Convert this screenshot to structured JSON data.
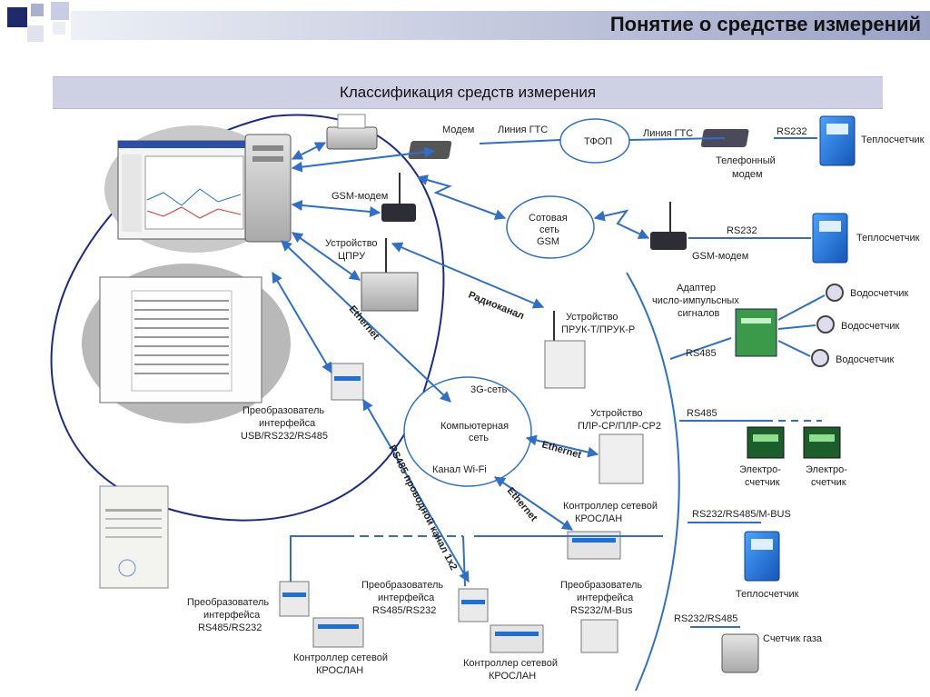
{
  "header": {
    "title": "Понятие о средстве измерений"
  },
  "section": {
    "subtitle": "Классификация средств измерения"
  },
  "labels": {
    "modem": "Модем",
    "line_gts_1": "Линия ГТС",
    "tfop": "ТФОП",
    "line_gts_2": "Линия ГТС",
    "rs232_1": "RS232",
    "heat_meter_1": "Теплосчетчик",
    "phone_modem_1": "Телефонный",
    "phone_modem_2": "модем",
    "gsm_modem_left": "GSM-модем",
    "cellular_1": "Сотовая",
    "cellular_2": "сеть",
    "cellular_3": "GSM",
    "rs232_2": "RS232",
    "heat_meter_2": "Теплосчетчик",
    "gsm_modem_right": "GSM-модем",
    "cpru_1": "Устройство",
    "cpru_2": "ЦПРУ",
    "radio": "Радиоканал",
    "pruk_1": "Устройство",
    "pruk_2": "ПРУК-Т/ПРУК-Р",
    "adapter_1": "Адаптер",
    "adapter_2": "число-импульсных",
    "adapter_3": "сигналов",
    "water_1": "Водосчетчик",
    "water_2": "Водосчетчик",
    "water_3": "Водосчетчик",
    "rs485_1": "RS485",
    "ethernet_1": "Ethernet",
    "conv_usb_1": "Преобразователь",
    "conv_usb_2": "интерфейса",
    "conv_usb_3": "USB/RS232/RS485",
    "net_3g": "3G-сеть",
    "comp_net_1": "Компьютерная",
    "comp_net_2": "сеть",
    "wifi": "Канал Wi-Fi",
    "ethernet_2": "Ethernet",
    "plr_1": "Устройство",
    "plr_2": "ПЛР-СР/ПЛР-СР2",
    "rs485_2": "RS485",
    "elec_1a": "Электро-",
    "elec_1b": "счетчик",
    "elec_2a": "Электро-",
    "elec_2b": "счетчик",
    "rs485_wire": "RS485 проводной канал 1х2",
    "ethernet_3": "Ethernet",
    "ctrl_1": "Контроллер сетевой",
    "ctrl_2": "КРОСЛАН",
    "rs_mbus": "RS232/RS485/M-BUS",
    "heat_meter_3": "Теплосчетчик",
    "conv_a_1": "Преобразователь",
    "conv_a_2": "интерфейса",
    "conv_a_3": "RS485/RS232",
    "conv_b_1": "Преобразователь",
    "conv_b_2": "интерфейса",
    "conv_b_3": "RS485/RS232",
    "conv_c_1": "Преобразователь",
    "conv_c_2": "интерфейса",
    "conv_c_3": "RS232/M-Bus",
    "rs232_485": "RS232/RS485",
    "gas_meter": "Счетчик газа",
    "ctrl_a_1": "Контроллер сетевой",
    "ctrl_a_2": "КРОСЛАН",
    "ctrl_b_1": "Контроллер сетевой",
    "ctrl_b_2": "КРОСЛАН"
  },
  "colors": {
    "arrow": "#2f6fc9",
    "device_blue": "#1e6fd8",
    "ellipse": "#1a2a8a",
    "accent": "#1f2a6b"
  }
}
